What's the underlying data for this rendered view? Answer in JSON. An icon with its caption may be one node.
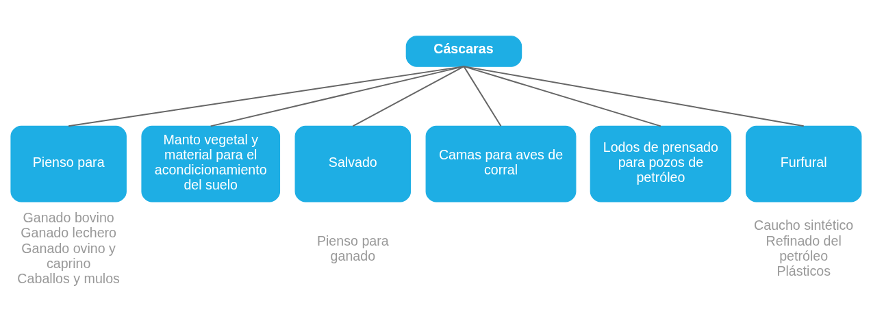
{
  "diagram": {
    "nodes": [
      {
        "text": [
          "Cáscaras"
        ]
      },
      {
        "text": [
          "Pienso para"
        ],
        "beside": [
          "Ganado bovino",
          "Ganado lechero",
          "Ganado ovino y caprino",
          "Caballos y mulos"
        ]
      },
      {
        "text": [
          "Manto vegetal y material para el acondicionamiento del suelo"
        ]
      },
      {
        "text": [
          "Salvado"
        ],
        "beside": [
          "Pienso para ganado"
        ]
      },
      {
        "text": [
          "Camas para aves de corral"
        ]
      },
      {
        "text": [
          "Lodos de prensado para pozos de petróleo"
        ]
      },
      {
        "text": [
          "Furfural"
        ],
        "beside": [
          "Caucho sintético",
          "Refinado del petróleo",
          "Plásticos"
        ]
      }
    ],
    "edges": [
      {
        "from": 0,
        "to": 1,
        "arrow": "none"
      },
      {
        "from": 0,
        "to": 2,
        "arrow": "none"
      },
      {
        "from": 0,
        "to": 3,
        "arrow": "none"
      },
      {
        "from": 0,
        "to": 4,
        "arrow": "none"
      },
      {
        "from": 0,
        "to": 5,
        "arrow": "none"
      },
      {
        "from": 0,
        "to": 6,
        "arrow": "none"
      }
    ]
  }
}
